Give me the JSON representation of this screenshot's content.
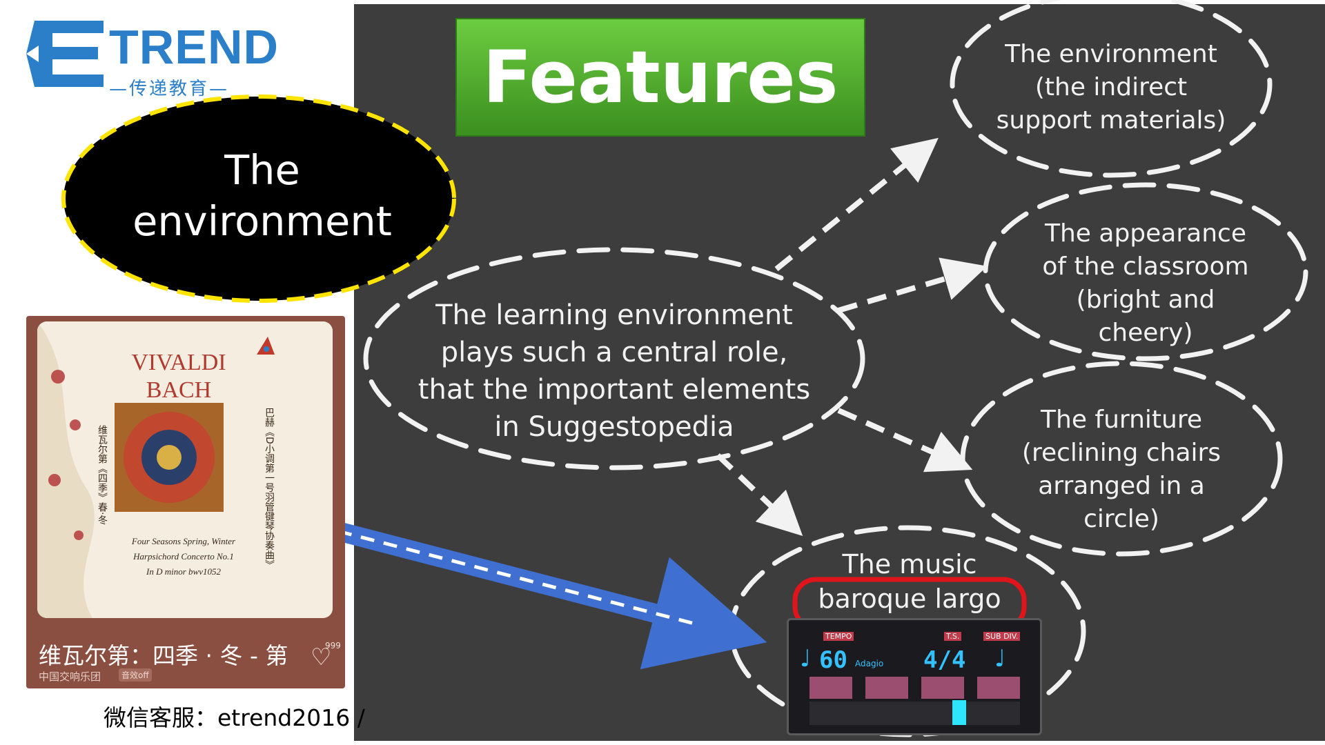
{
  "logo": {
    "brand": "TREND",
    "tagline": "—传递教育—"
  },
  "features_title": "Features",
  "environment_label": [
    "The",
    "environment"
  ],
  "center_node": [
    "The learning environment",
    "plays such a central role,",
    "that the  important elements",
    "in Suggestopedia"
  ],
  "node_indirect": [
    "The environment",
    "(the indirect",
    "support materials)"
  ],
  "node_classroom": [
    "The appearance",
    "of the classroom",
    "(bright and",
    "cheery)"
  ],
  "node_furniture": [
    "The furniture",
    "(reclining chairs",
    "arranged in a",
    "circle)"
  ],
  "node_music": {
    "line1": "The music",
    "line2": "baroque largo"
  },
  "album": {
    "cover_lines": [
      "VIVALDI",
      "BACH"
    ],
    "cover_caption": [
      "Four Seasons Spring, Winter",
      "Harpsichord Concerto No.1",
      "In D minor bwv1052"
    ],
    "cover_side_left": "维瓦尔第《四季》春·冬",
    "cover_side_right": "巴赫《D小调第一号羽管键琴协奏曲》",
    "title": "维瓦尔第：四季 · 冬 - 第",
    "artist": "中国交响乐团",
    "badge": "音效off",
    "likes": "999"
  },
  "metronome": {
    "tempo_label": "TEMPO",
    "ts_label": "T.S.",
    "subdiv_label": "SUB DIV.",
    "bpm": "60",
    "tempo_name": "Adagio",
    "time_signature": "4/4"
  },
  "wechat": "微信客服：etrend2016 /",
  "colors": {
    "panel": "#3d3d3d",
    "features_green": "#4fae2c",
    "brand_blue": "#2a7fc8",
    "highlight_red": "#e0141b",
    "arrow_blue": "#3f6fd0",
    "ellipse_dash": "#ffe400"
  }
}
